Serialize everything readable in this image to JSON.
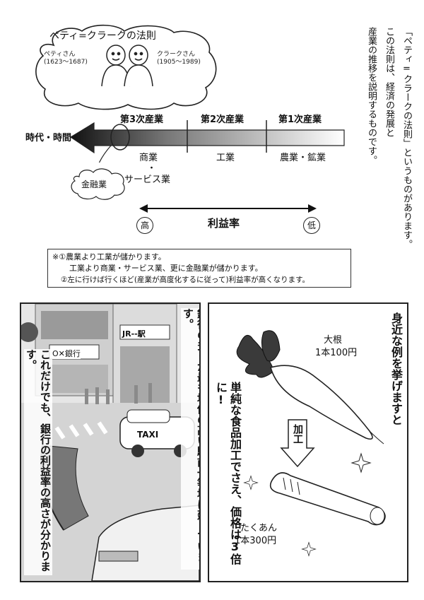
{
  "diagram": {
    "law_title": "ペティ=クラークの法則",
    "petty_name": "ペティさん",
    "petty_years": "(1623〜1687)",
    "clark_name": "クラークさん",
    "clark_years": "(1905〜1989)",
    "axis_label": "時代・時間",
    "tertiary": "第3次産業",
    "secondary": "第2次産業",
    "primary": "第1次産業",
    "commerce": "商業",
    "dot": "・",
    "service": "サービス業",
    "industry": "工業",
    "agriculture": "農業・鉱業",
    "finance": "金融業",
    "profit_rate": "利益率",
    "high": "高",
    "low": "低"
  },
  "side_text": {
    "col1": "「ペティ=クラークの法則」というものがあります。",
    "col2": "この法則は、経済の発展と",
    "col3": "産業の推移を説明するものです。"
  },
  "note": {
    "line1": "※①農業より工業が儲かります。",
    "line2": "工業より商業・サービス業、更に金融業が儲かります。",
    "line3": "②左に行けば行くほど(産業が高度化するに従って)利益率が高くなります。"
  },
  "left_panel": {
    "caption1": "銀行の多くが最も地価の高い駅前一等地に建っています。",
    "caption2": "これだけでも、銀行の利益率の高さが分かります。",
    "bank_sign": "O✕銀行",
    "station_sign": "JR--駅",
    "taxi_sign": "TAXI"
  },
  "right_panel": {
    "caption1": "身近な例を挙げますと",
    "caption2": "単純な食品加工でさえ、価格は3倍に!",
    "daikon_name": "大根",
    "daikon_price": "1本100円",
    "process_label": "加工",
    "takuan_name": "たくあん",
    "takuan_price": "1本300円"
  }
}
